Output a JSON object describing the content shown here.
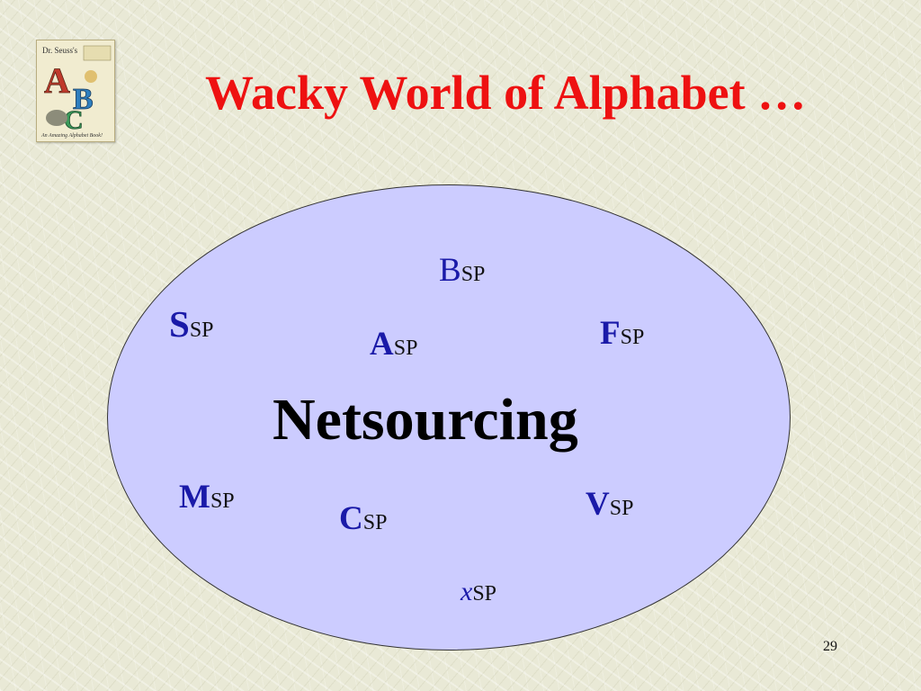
{
  "slide": {
    "title": "Wacky World of Alphabet …",
    "center_text": "Netsourcing",
    "page_number": "29"
  },
  "logo": {
    "top_text": "Dr. Seuss's",
    "letters": [
      "A",
      "B",
      "C"
    ],
    "bottom_text": "An Amazing Alphabet Book!"
  },
  "labels": [
    {
      "id": "b",
      "letter": "B",
      "suffix": "SP"
    },
    {
      "id": "s",
      "letter": "S",
      "suffix": "SP"
    },
    {
      "id": "a",
      "letter": "A",
      "suffix": "SP"
    },
    {
      "id": "f",
      "letter": "F",
      "suffix": "SP"
    },
    {
      "id": "m",
      "letter": "M",
      "suffix": "SP"
    },
    {
      "id": "c",
      "letter": "C",
      "suffix": "SP"
    },
    {
      "id": "v",
      "letter": "V",
      "suffix": "SP"
    },
    {
      "id": "x",
      "letter": "x",
      "suffix": "SP"
    }
  ],
  "colors": {
    "title": "#ee1111",
    "ellipse_fill": "#ccccff",
    "letter": "#1a1aa8"
  }
}
